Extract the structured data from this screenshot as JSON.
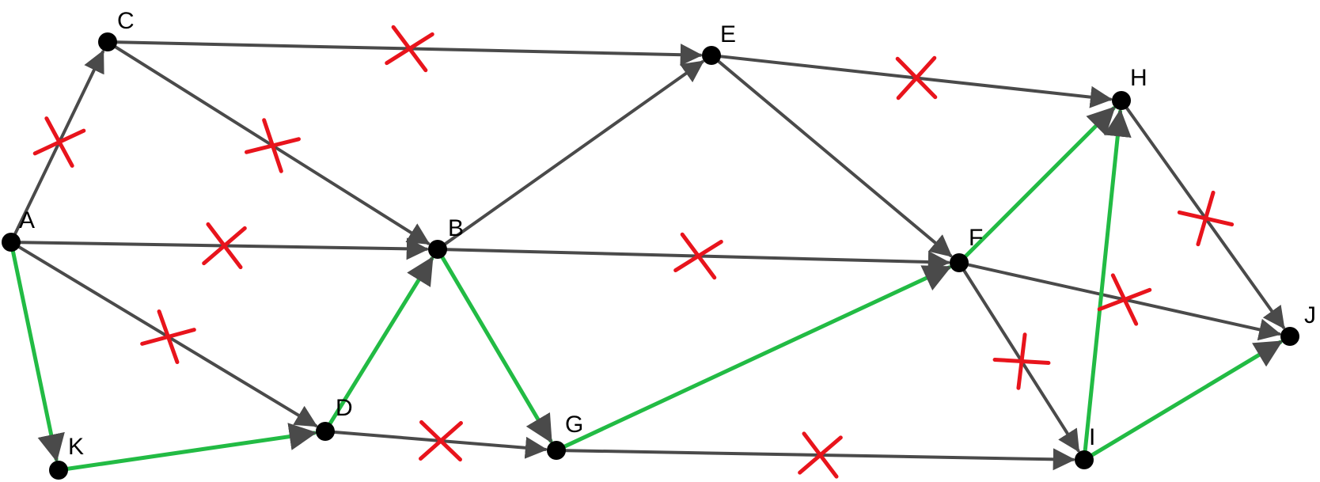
{
  "colors": {
    "edge": "#4a4a4a",
    "path": "#22bb44",
    "cross": "#e8141c",
    "node": "#000000"
  },
  "nodes": [
    {
      "id": "A",
      "label": "A"
    },
    {
      "id": "B",
      "label": "B"
    },
    {
      "id": "C",
      "label": "C"
    },
    {
      "id": "D",
      "label": "D"
    },
    {
      "id": "E",
      "label": "E"
    },
    {
      "id": "F",
      "label": "F"
    },
    {
      "id": "G",
      "label": "G"
    },
    {
      "id": "H",
      "label": "H"
    },
    {
      "id": "I",
      "label": "I"
    },
    {
      "id": "J",
      "label": "J"
    },
    {
      "id": "K",
      "label": "K"
    }
  ],
  "edges": [
    {
      "from": "A",
      "to": "C",
      "style": "plain",
      "crossed": true
    },
    {
      "from": "C",
      "to": "E",
      "style": "plain",
      "crossed": true
    },
    {
      "from": "C",
      "to": "B",
      "style": "plain",
      "crossed": true
    },
    {
      "from": "A",
      "to": "B",
      "style": "plain",
      "crossed": true
    },
    {
      "from": "A",
      "to": "D",
      "style": "plain",
      "crossed": true
    },
    {
      "from": "A",
      "to": "K",
      "style": "path",
      "crossed": false
    },
    {
      "from": "K",
      "to": "D",
      "style": "path",
      "crossed": false
    },
    {
      "from": "D",
      "to": "B",
      "style": "path",
      "crossed": false
    },
    {
      "from": "D",
      "to": "G",
      "style": "plain",
      "crossed": true
    },
    {
      "from": "B",
      "to": "E",
      "style": "plain",
      "crossed": false
    },
    {
      "from": "B",
      "to": "G",
      "style": "path",
      "crossed": false
    },
    {
      "from": "B",
      "to": "F",
      "style": "plain",
      "crossed": true
    },
    {
      "from": "E",
      "to": "H",
      "style": "plain",
      "crossed": true
    },
    {
      "from": "E",
      "to": "F",
      "style": "plain",
      "crossed": false
    },
    {
      "from": "G",
      "to": "F",
      "style": "path",
      "crossed": false
    },
    {
      "from": "G",
      "to": "I",
      "style": "plain",
      "crossed": true
    },
    {
      "from": "F",
      "to": "H",
      "style": "path",
      "crossed": false
    },
    {
      "from": "F",
      "to": "J",
      "style": "plain",
      "crossed": true
    },
    {
      "from": "F",
      "to": "I",
      "style": "plain",
      "crossed": true
    },
    {
      "from": "I",
      "to": "H",
      "style": "path",
      "crossed": false
    },
    {
      "from": "I",
      "to": "J",
      "style": "path",
      "crossed": false
    },
    {
      "from": "H",
      "to": "J",
      "style": "plain",
      "crossed": true
    }
  ]
}
